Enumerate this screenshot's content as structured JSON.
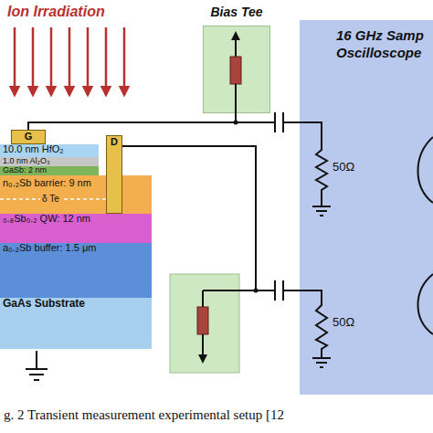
{
  "diagram": {
    "caption": "g. 2 Transient measurement experimental setup [12",
    "nodes": [
      {
        "text": [
          "Bias Tee"
        ]
      },
      {
        "text": [
          "16 GHz Samp",
          "Oscilloscope"
        ]
      },
      {
        "text": [
          "G"
        ]
      },
      {
        "text": [
          "10.0 nm HfO₂"
        ]
      },
      {
        "text": [
          "1.0 nm Al₂O₃"
        ]
      },
      {
        "text": [
          "GaSb: 2 nm"
        ]
      },
      {
        "text": [
          "n₀.₂Sb barrier: 9 nm"
        ]
      },
      {
        "text": [
          "D"
        ]
      },
      {
        "text": [
          "₀.₈Sb₀.₂ QW: 12 nm"
        ]
      },
      {
        "text": [
          "a₀.₂Sb buffer: 1.5 μm"
        ]
      },
      {
        "text": [
          "GaAs Substrate"
        ]
      }
    ],
    "edges": [
      {
        "from": 2,
        "to": 1,
        "arrow": "none"
      },
      {
        "from": 7,
        "to": 1,
        "arrow": "none"
      }
    ],
    "labels": [
      "Ion Irradiation",
      "δ Te",
      "50Ω",
      "50Ω"
    ]
  }
}
